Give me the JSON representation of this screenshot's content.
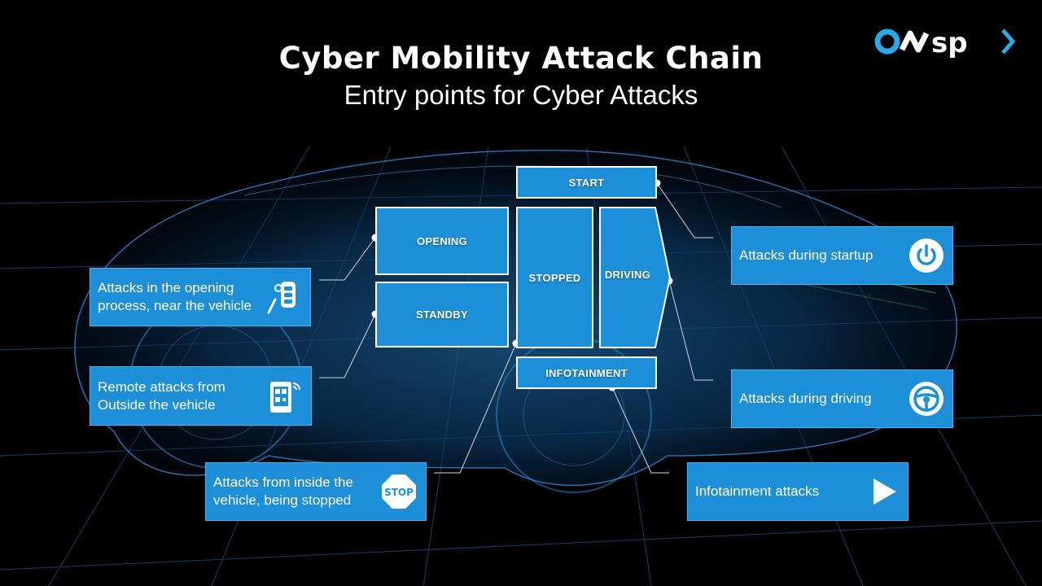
{
  "header": {
    "title": "Cyber Mobility Attack Chain",
    "subtitle": "Entry points for Cyber Attacks",
    "logo_text": "omsp>"
  },
  "stages": {
    "start": "START",
    "opening": "OPENING",
    "standby": "STANDBY",
    "stopped": "STOPPED",
    "driving": "DRIVING",
    "infotainment": "INFOTAINMENT"
  },
  "callouts": {
    "opening": {
      "label": "Attacks in the opening process, near the vehicle",
      "icon": "car-key-fob-icon"
    },
    "remote": {
      "label": "Remote attacks from Outside the vehicle",
      "icon": "smartphone-qr-icon"
    },
    "stopped": {
      "label": "Attacks from inside the vehicle, being stopped",
      "icon": "stop-sign-icon",
      "icon_text": "STOP"
    },
    "startup": {
      "label": "Attacks during startup",
      "icon": "power-icon"
    },
    "driving": {
      "label": "Attacks during driving",
      "icon": "steering-wheel-icon"
    },
    "infotainment": {
      "label": "Infotainment attacks",
      "icon": "play-icon"
    }
  },
  "colors": {
    "box_blue": "#1c8fd8",
    "accent_cyan": "#29a9e8",
    "background": "#000000"
  }
}
